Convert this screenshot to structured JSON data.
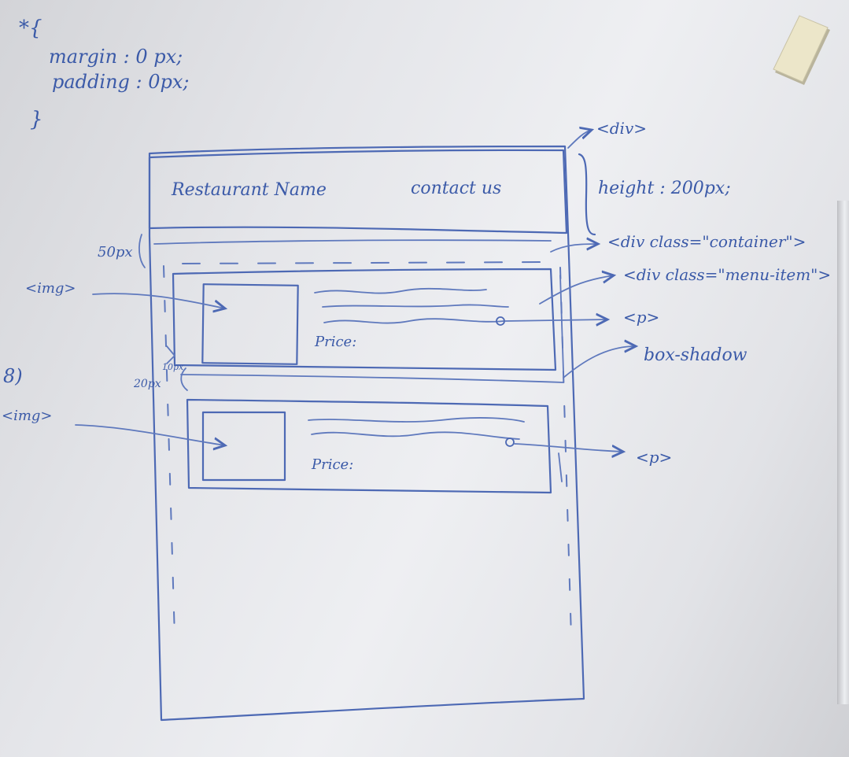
{
  "css_reset": {
    "selector": "*{",
    "margin": "margin : 0 px;",
    "padding": "padding : 0px;",
    "close": "}"
  },
  "header": {
    "restaurant_name": "Restaurant Name",
    "contact": "contact us",
    "div_label": "<div>",
    "height_label": "height : 200px;"
  },
  "container": {
    "spacing_label": "50px",
    "class_label": "<div class=\"container\">"
  },
  "menu_items": [
    {
      "img_label": "<img>",
      "price_label": "Price:",
      "class_label": "<div class=\"menu-item\">",
      "p_label": "<p>",
      "shadow_label": "box-shadow",
      "number_label": ""
    },
    {
      "img_label": "<img>",
      "price_label": "Price:",
      "class_label": "",
      "p_label": "<p>",
      "shadow_label": "",
      "number_label": "8)"
    }
  ],
  "spacing": {
    "gap_label": "20px",
    "inner_label": "10px"
  },
  "colors": {
    "ink": "#3b5aa8",
    "board": "#e6e7ea",
    "eraser": "#e9e4c8"
  }
}
